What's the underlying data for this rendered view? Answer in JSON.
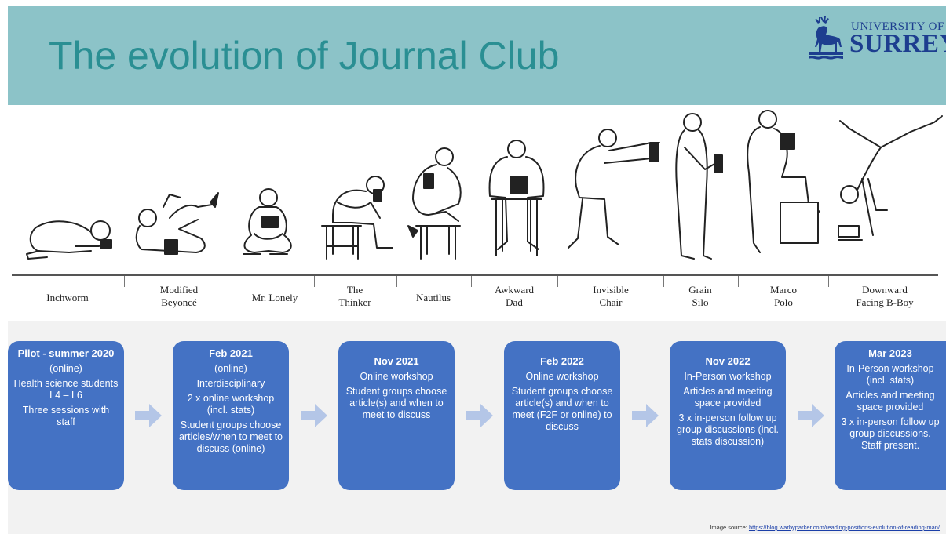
{
  "header": {
    "title": "The evolution of Journal Club",
    "logo_top": "UNIVERSITY OF",
    "logo_main": "SURREY"
  },
  "positions": [
    {
      "label": "Inchworm"
    },
    {
      "label": "Modified\nBeyoncé"
    },
    {
      "label": "Mr. Lonely"
    },
    {
      "label": "The\nThinker"
    },
    {
      "label": "Nautilus"
    },
    {
      "label": "Awkward\nDad"
    },
    {
      "label": "Invisible\nChair"
    },
    {
      "label": "Grain\nSilo"
    },
    {
      "label": "Marco\nPolo"
    },
    {
      "label": "Downward\nFacing B-Boy"
    }
  ],
  "cards": [
    {
      "title": "Pilot - summer 2020",
      "lines": [
        "(online)",
        "Health science students L4 – L6",
        "Three sessions with staff"
      ]
    },
    {
      "title": "Feb 2021",
      "lines": [
        "(online)",
        "Interdisciplinary",
        "2 x online workshop (incl. stats)",
        "Student groups choose articles/when to meet to discuss (online)"
      ]
    },
    {
      "title": "Nov 2021",
      "lines": [
        "Online workshop",
        "Student groups choose article(s) and when to meet to discuss"
      ]
    },
    {
      "title": "Feb 2022",
      "lines": [
        "Online workshop",
        "Student groups choose article(s) and when to meet (F2F or online) to discuss"
      ]
    },
    {
      "title": "Nov 2022",
      "lines": [
        "In-Person workshop",
        "Articles and meeting space provided",
        "3 x in-person follow up group discussions (incl. stats discussion)"
      ]
    },
    {
      "title": "Mar 2023",
      "lines": [
        "In-Person workshop (incl. stats)",
        "Articles and meeting space provided",
        "3 x in-person follow up group discussions. Staff present."
      ]
    }
  ],
  "source": {
    "prefix": "Image source:",
    "url": "https://blog.warbyparker.com/reading-positions-evolution-of-reading-man/"
  },
  "colors": {
    "header_bg": "#8cc3c8",
    "title": "#2a8f93",
    "card_bg": "#4472c4",
    "arrow": "#b4c6e7",
    "logo": "#1d3e8f"
  }
}
